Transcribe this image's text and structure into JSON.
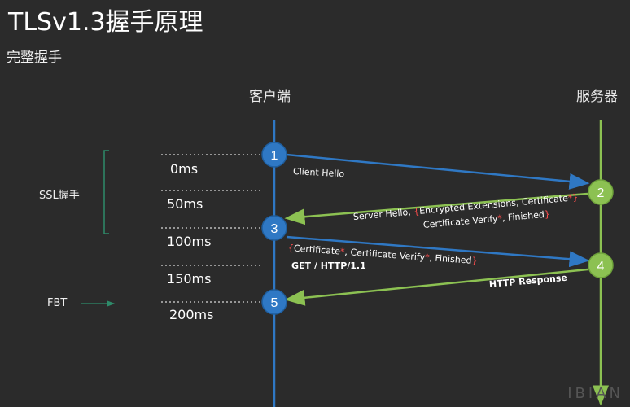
{
  "title": "TLSv1.3握手原理",
  "subtitle": "完整握手",
  "client_label": "客户端",
  "server_label": "服务器",
  "ssl_label": "SSL握手",
  "fbt_label": "FBT",
  "times": [
    "0ms",
    "50ms",
    "100ms",
    "150ms",
    "200ms"
  ],
  "steps": [
    "1",
    "2",
    "3",
    "4",
    "5"
  ],
  "messages": {
    "client_hello": "Client Hello",
    "server_hello_1a": "Server Hello, ",
    "server_hello_1b": "Encrypted Extensions, Certificate",
    "server_hello_2a": "Certificate Verify",
    "server_hello_2b": ", Finished",
    "client_fin_a": "Certificate",
    "client_fin_b": ", Certificate Verify",
    "client_fin_c": ", Finished",
    "get_request": "GET / HTTP/1.1",
    "http_response": "HTTP Response"
  },
  "watermark": "IBIAN",
  "colors": {
    "background": "#2b2b2b",
    "blue": "#2f78c4",
    "green": "#8cc152",
    "bracket": "#2e8b6a",
    "red": "#ff4d4d"
  }
}
